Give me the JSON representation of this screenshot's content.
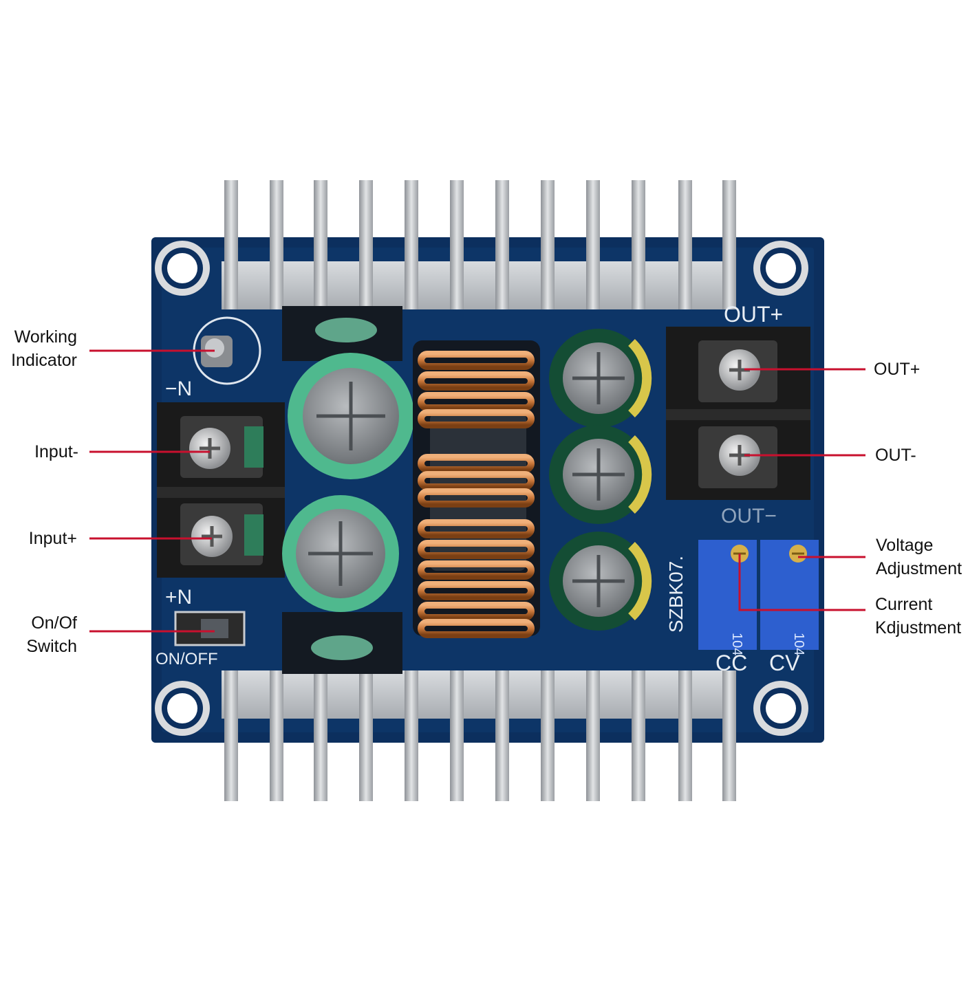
{
  "labels": {
    "working_indicator": [
      "Working",
      "Indicator"
    ],
    "input_minus": "Input-",
    "input_plus": "Input+",
    "on_off_switch": [
      "On/Of",
      "Switch"
    ],
    "out_plus": "OUT+",
    "out_minus": "OUT-",
    "voltage_adjustment": [
      "Voltage",
      "Adjustment"
    ],
    "current_adjustment": [
      "Current",
      "Kdjustment"
    ]
  },
  "silkscreen": {
    "out_plus": "OUT+",
    "out_minus": "OUT−",
    "in_minus": "−N",
    "in_plus": "+N",
    "on_off": "ON/OFF",
    "board_id": "SZBK07.",
    "cc": "CC",
    "cv": "CV",
    "pot_code_cc": "104",
    "pot_code_cv": "104"
  },
  "colors": {
    "callout_line": "#c8102e",
    "pcb": "#0c2f5e",
    "heatsink": "#c9ccd0",
    "copper_coil": "#c9773a",
    "cap_green": "#4fb98e",
    "cap_dark_green": "#144d34",
    "pot_blue": "#2d5fcf",
    "terminal_black": "#1a1a1a"
  }
}
